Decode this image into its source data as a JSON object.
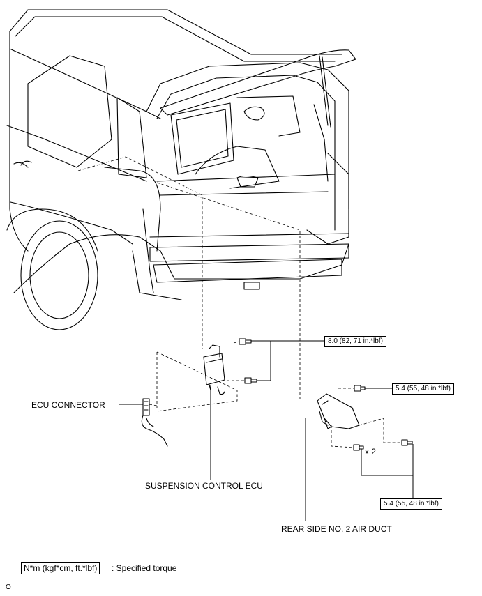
{
  "labels": {
    "ecu_connector": "ECU CONNECTOR",
    "suspension_ecu": "SUSPENSION CONTROL ECU",
    "air_duct": "REAR SIDE NO. 2 AIR DUCT",
    "qty": "x 2"
  },
  "torques": {
    "ecu_bolts": "8.0 (82, 71 in.*lbf)",
    "duct_upper": "5.4 (55, 48 in.*lbf)",
    "duct_lower": "5.4 (55, 48 in.*lbf)"
  },
  "legend": {
    "box": "N*m (kgf*cm, ft.*lbf)",
    "text": ": Specified torque"
  },
  "footer": {
    "code": "O"
  }
}
